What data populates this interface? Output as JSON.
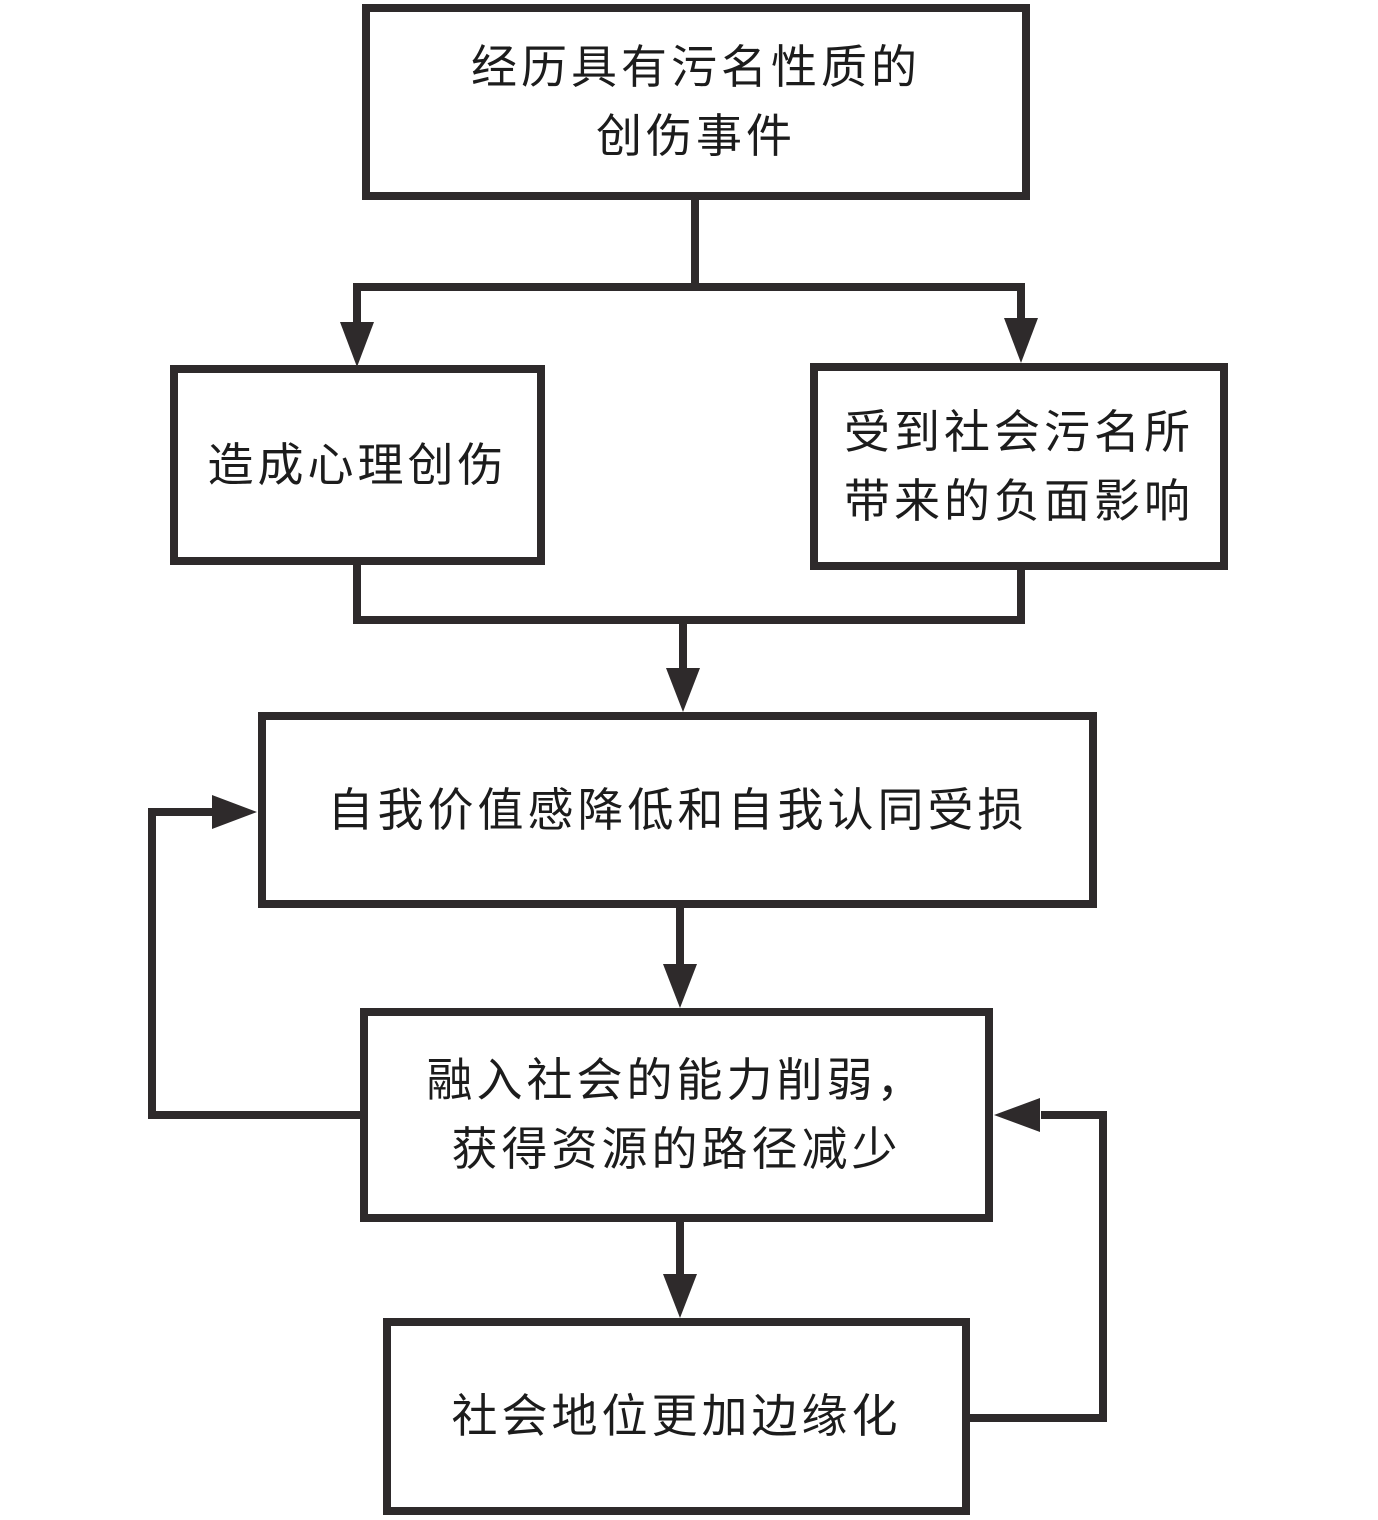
{
  "diagram": {
    "type": "flowchart",
    "colors": {
      "line": "#2e2a2b",
      "text": "#1c1c1c",
      "background": "#ffffff"
    },
    "nodes": {
      "trauma_event": {
        "lines": [
          "经历具有污名性质的",
          "创伤事件"
        ]
      },
      "psych_trauma": {
        "lines": [
          "造成心理创伤"
        ]
      },
      "stigma_impact": {
        "lines": [
          "受到社会污名所",
          "带来的负面影响"
        ]
      },
      "self_worth": {
        "lines": [
          "自我价值感降低和自我认同受损"
        ]
      },
      "social_integration": {
        "lines": [
          "融入社会的能力削弱，",
          "获得资源的路径减少"
        ]
      },
      "marginalization": {
        "lines": [
          "社会地位更加边缘化"
        ]
      }
    },
    "edges": [
      {
        "from": "trauma_event",
        "to": "psych_trauma",
        "type": "arrow"
      },
      {
        "from": "trauma_event",
        "to": "stigma_impact",
        "type": "arrow"
      },
      {
        "from": "psych_trauma",
        "to": "self_worth",
        "type": "arrow-merged"
      },
      {
        "from": "stigma_impact",
        "to": "self_worth",
        "type": "arrow-merged"
      },
      {
        "from": "self_worth",
        "to": "social_integration",
        "type": "arrow"
      },
      {
        "from": "social_integration",
        "to": "self_worth",
        "type": "feedback-arrow-left-side"
      },
      {
        "from": "social_integration",
        "to": "marginalization",
        "type": "arrow"
      },
      {
        "from": "marginalization",
        "to": "social_integration",
        "type": "feedback-arrow-right-side"
      }
    ]
  }
}
